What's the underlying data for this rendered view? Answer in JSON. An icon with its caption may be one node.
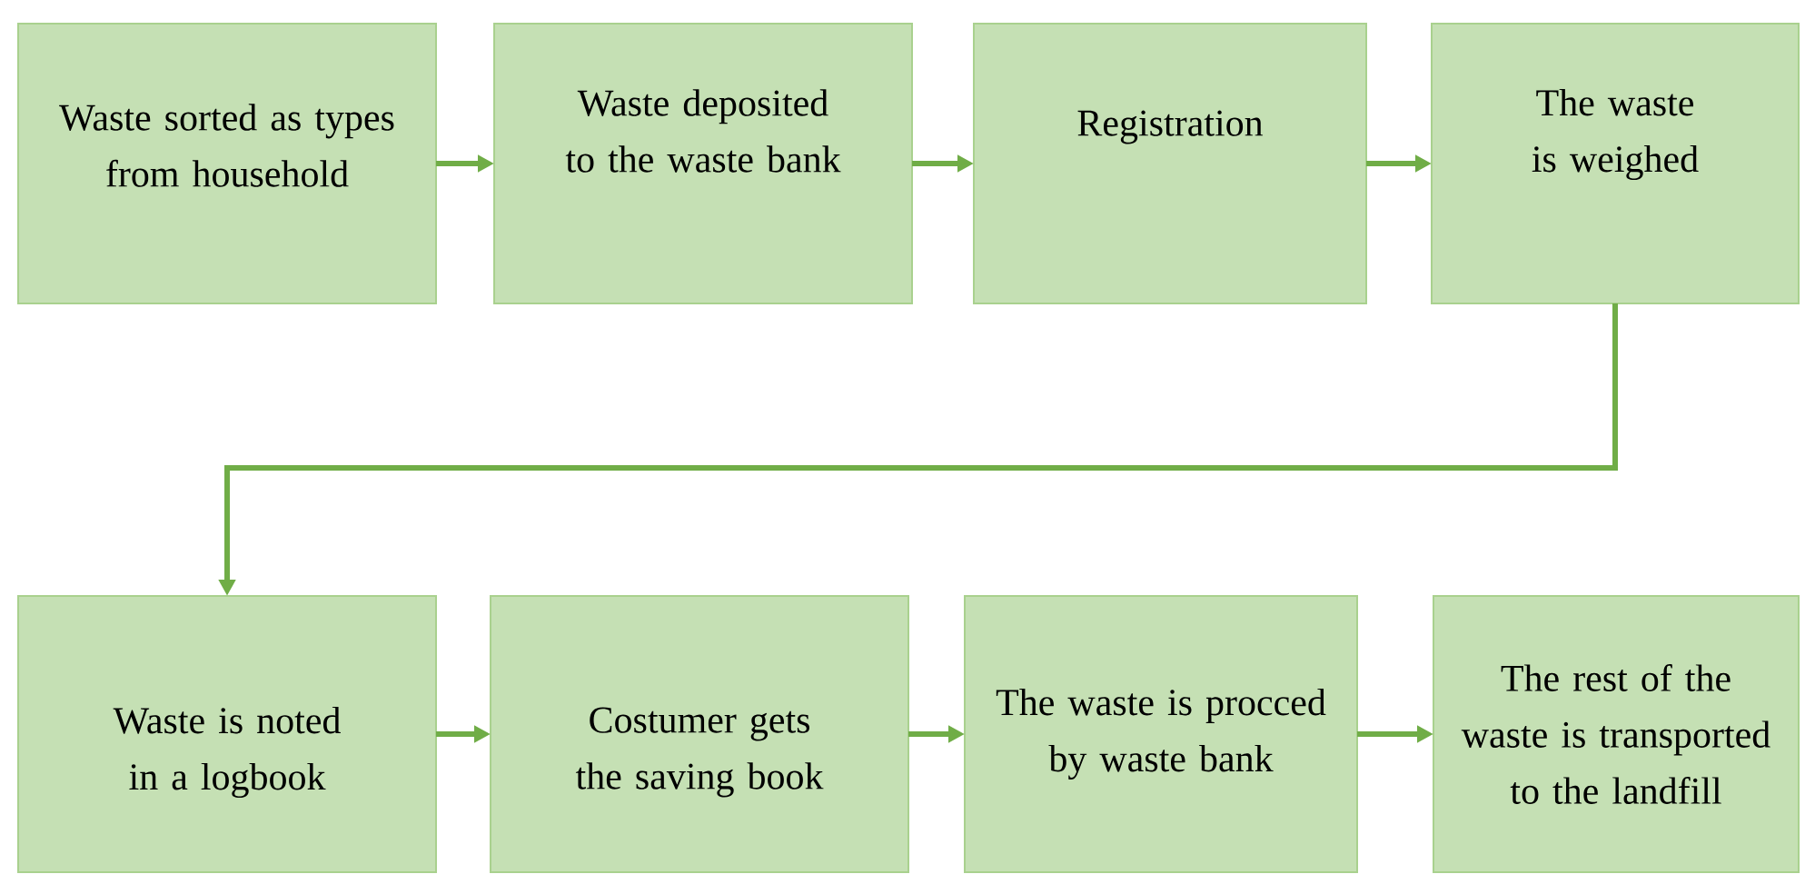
{
  "diagram": {
    "nodes": [
      {
        "text": [
          "Waste sorted as types from household"
        ]
      },
      {
        "text": [
          "Waste deposited to the waste bank"
        ]
      },
      {
        "text": [
          "Registration"
        ]
      },
      {
        "text": [
          "The waste is weighed"
        ]
      },
      {
        "text": [
          "Waste is noted in a logbook"
        ]
      },
      {
        "text": [
          "Costumer gets the saving book"
        ]
      },
      {
        "text": [
          "The waste is procced by waste bank"
        ]
      },
      {
        "text": [
          "The rest of the waste is transported to the landfill"
        ]
      }
    ],
    "edges": [
      {
        "from": 0,
        "to": 1,
        "arrow": "to"
      },
      {
        "from": 1,
        "to": 2,
        "arrow": "to"
      },
      {
        "from": 2,
        "to": 3,
        "arrow": "to"
      },
      {
        "from": 3,
        "to": 4,
        "arrow": "to"
      },
      {
        "from": 4,
        "to": 5,
        "arrow": "to"
      },
      {
        "from": 5,
        "to": 6,
        "arrow": "to"
      },
      {
        "from": 6,
        "to": 7,
        "arrow": "to"
      }
    ]
  }
}
